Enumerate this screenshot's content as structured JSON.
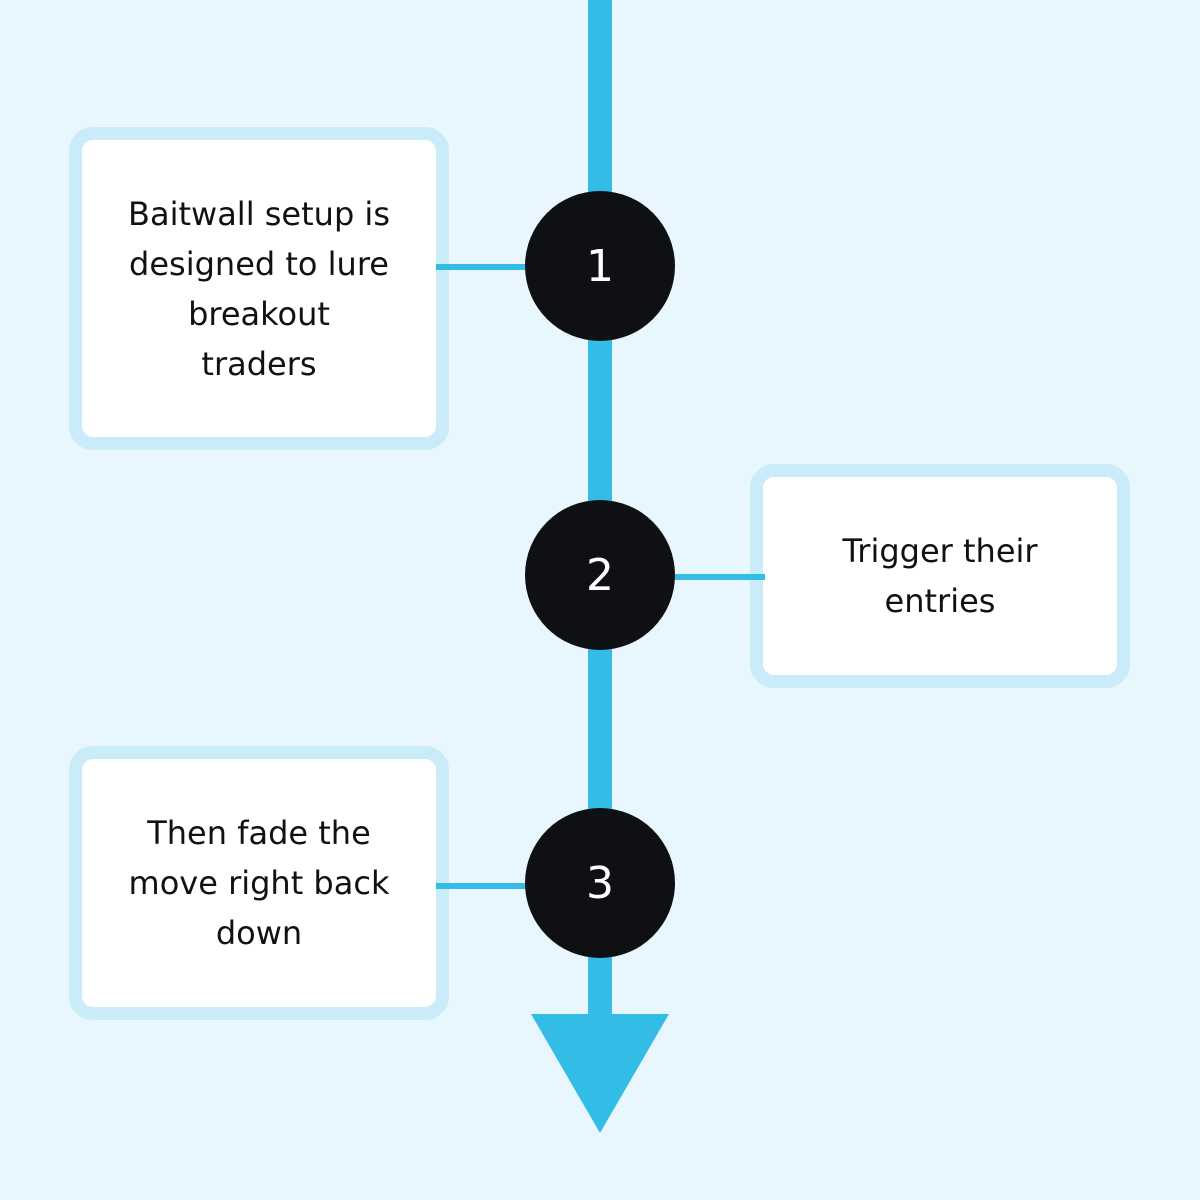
{
  "colors": {
    "background": "#e8f7fd",
    "line": "#33bce6",
    "circle": "#0e1013",
    "box_border": "#c9ecf8",
    "box_fill": "#ffffff"
  },
  "steps": [
    {
      "number": "1",
      "text": "Baitwall setup is\ndesigned to lure\nbreakout\ntraders",
      "side": "left"
    },
    {
      "number": "2",
      "text": "Trigger their\nentries",
      "side": "right"
    },
    {
      "number": "3",
      "text": "Then fade the\nmove right back\ndown",
      "side": "left"
    }
  ],
  "arrow_icon": "arrow-down-icon"
}
